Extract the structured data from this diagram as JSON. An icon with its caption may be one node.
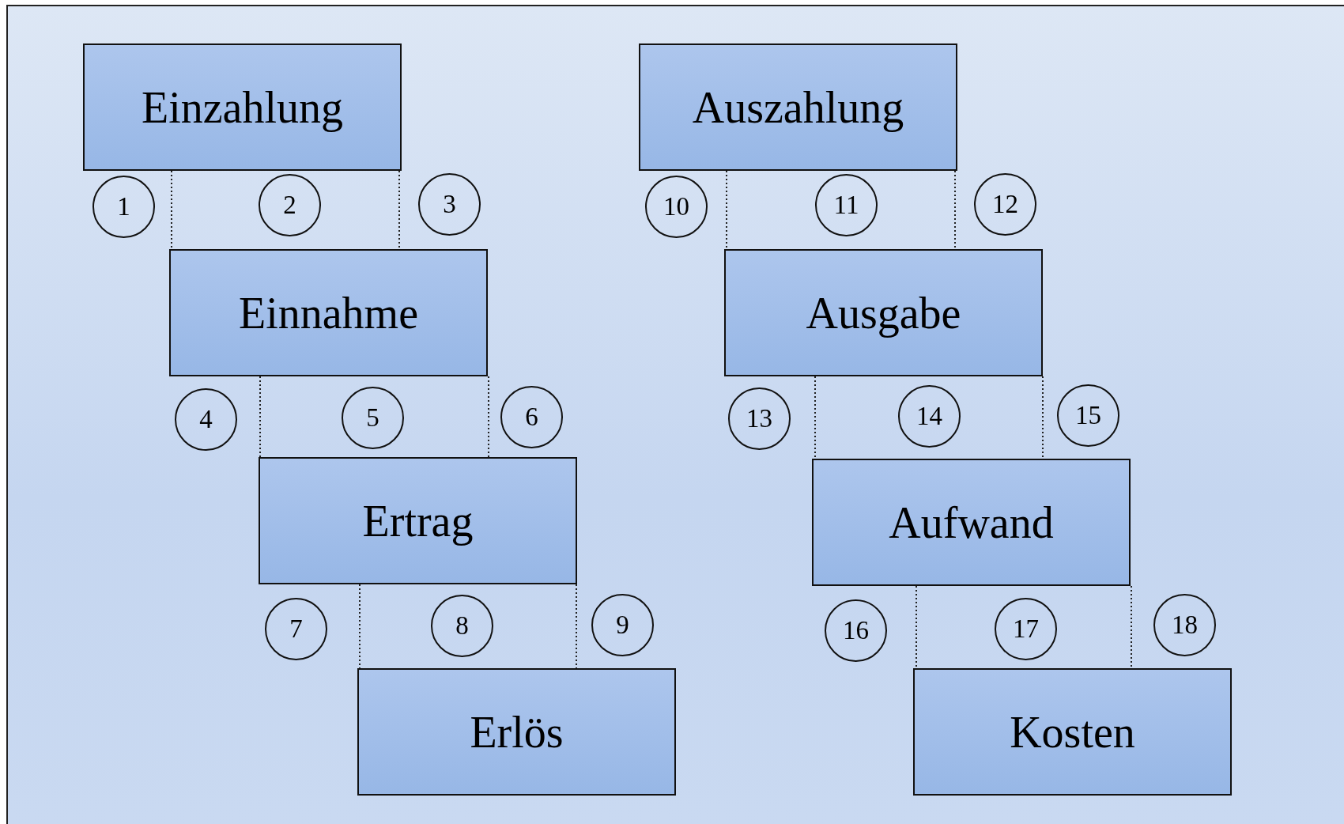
{
  "diagram": {
    "nodes": [
      {
        "text": [
          "Einzahlung"
        ]
      },
      {
        "text": [
          "Auszahlung"
        ]
      },
      {
        "text": [
          "1"
        ]
      },
      {
        "text": [
          "2"
        ]
      },
      {
        "text": [
          "3"
        ]
      },
      {
        "text": [
          "10"
        ]
      },
      {
        "text": [
          "11"
        ]
      },
      {
        "text": [
          "12"
        ]
      },
      {
        "text": [
          "Einnahme"
        ]
      },
      {
        "text": [
          "Ausgabe"
        ]
      },
      {
        "text": [
          "4"
        ]
      },
      {
        "text": [
          "5"
        ]
      },
      {
        "text": [
          "6"
        ]
      },
      {
        "text": [
          "13"
        ]
      },
      {
        "text": [
          "14"
        ]
      },
      {
        "text": [
          "15"
        ]
      },
      {
        "text": [
          "Ertrag"
        ]
      },
      {
        "text": [
          "Aufwand"
        ]
      },
      {
        "text": [
          "7"
        ]
      },
      {
        "text": [
          "8"
        ]
      },
      {
        "text": [
          "9"
        ]
      },
      {
        "text": [
          "16"
        ]
      },
      {
        "text": [
          "17"
        ]
      },
      {
        "text": [
          "18"
        ]
      },
      {
        "text": [
          "Erlös"
        ]
      },
      {
        "text": [
          "Kosten"
        ]
      }
    ],
    "edges": [
      {
        "from": 0,
        "to": 8,
        "arrow": "none",
        "style": "dashed"
      },
      {
        "from": 0,
        "to": 8,
        "arrow": "none",
        "style": "dashed"
      },
      {
        "from": 1,
        "to": 9,
        "arrow": "none",
        "style": "dashed"
      },
      {
        "from": 1,
        "to": 9,
        "arrow": "none",
        "style": "dashed"
      },
      {
        "from": 8,
        "to": 16,
        "arrow": "none",
        "style": "dashed"
      },
      {
        "from": 8,
        "to": 16,
        "arrow": "none",
        "style": "dashed"
      },
      {
        "from": 9,
        "to": 17,
        "arrow": "none",
        "style": "dashed"
      },
      {
        "from": 9,
        "to": 17,
        "arrow": "none",
        "style": "dashed"
      },
      {
        "from": 16,
        "to": 24,
        "arrow": "none",
        "style": "dashed"
      },
      {
        "from": 16,
        "to": 24,
        "arrow": "none",
        "style": "dashed"
      },
      {
        "from": 17,
        "to": 25,
        "arrow": "none",
        "style": "dashed"
      },
      {
        "from": 17,
        "to": 25,
        "arrow": "none",
        "style": "dashed"
      }
    ]
  }
}
